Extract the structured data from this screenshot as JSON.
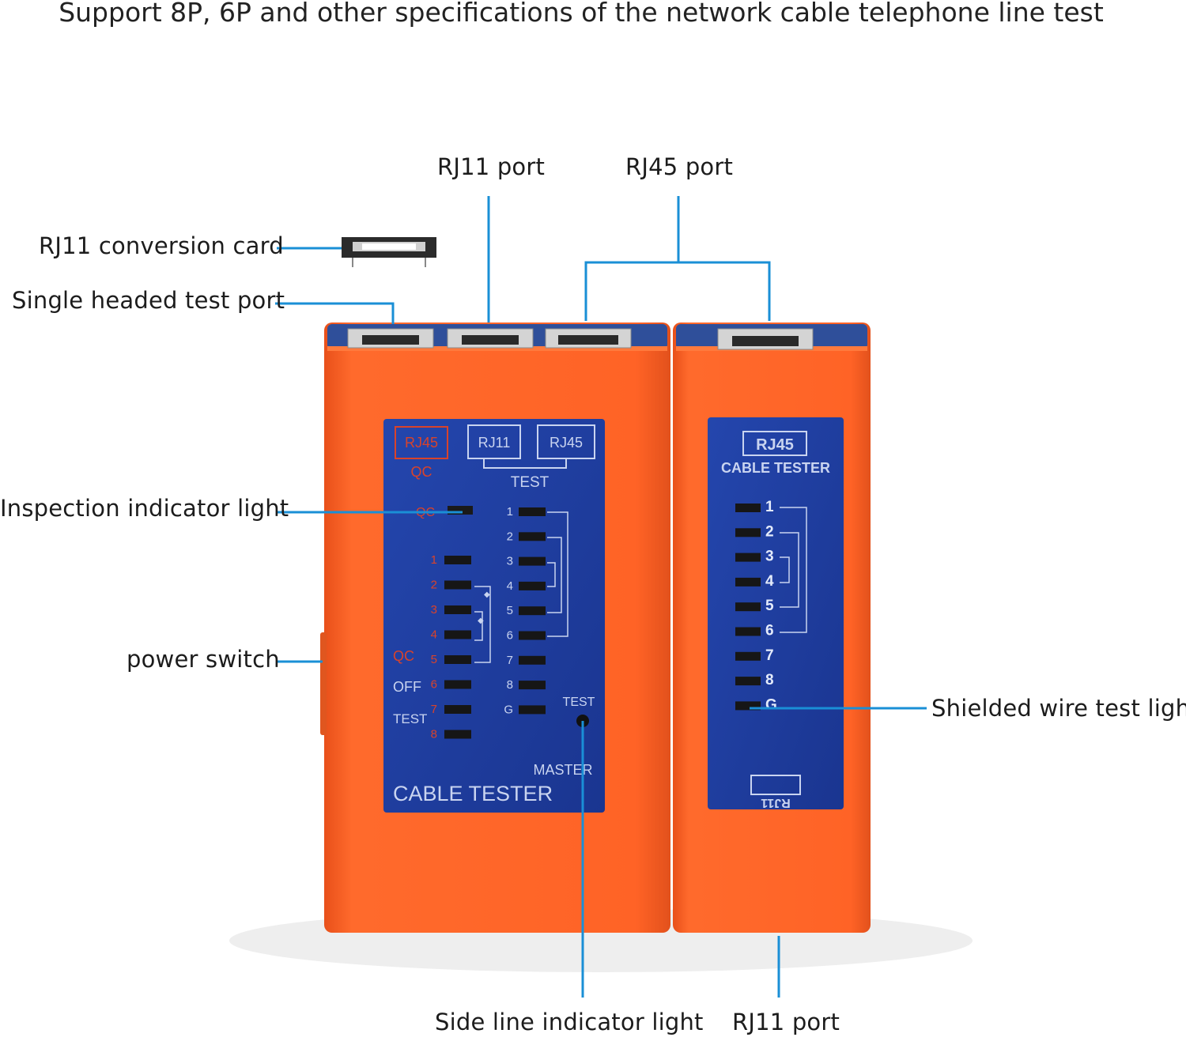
{
  "headline": "Support 8P, 6P and other specifications of the network cable telephone line test",
  "callouts": {
    "rj11_port_top": "RJ11 port",
    "rj45_port_top": "RJ45 port",
    "rj11_conversion_card": "RJ11 conversion card",
    "single_headed_test_port": "Single headed test port",
    "inspection_indicator_light": "Inspection indicator light",
    "power_switch": "power switch",
    "shielded_wire_test_light": "Shielded wire test light",
    "side_line_indicator_light": "Side line indicator light",
    "rj11_port_bottom": "RJ11 port"
  },
  "master_unit": {
    "badge_rj45": "RJ45",
    "badge_qc": "QC",
    "badge_rj11": "RJ11",
    "badge_rj45_test": "RJ45",
    "test_label": "TEST",
    "qc_led_label": "QC",
    "left_column_numbers": [
      "1",
      "2",
      "3",
      "4",
      "5",
      "6",
      "7",
      "8"
    ],
    "right_column_numbers": [
      "1",
      "2",
      "3",
      "4",
      "5",
      "6",
      "7",
      "8",
      "G"
    ],
    "switch_qc": "QC",
    "switch_off": "OFF",
    "switch_test": "TEST",
    "test_button_label": "TEST",
    "master_label": "MASTER",
    "panel_title": "CABLE TESTER"
  },
  "remote_unit": {
    "badge_rj45": "RJ45",
    "panel_subtitle": "CABLE TESTER",
    "led_numbers": [
      "1",
      "2",
      "3",
      "4",
      "5",
      "6",
      "7",
      "8",
      "G"
    ],
    "mirrored_badge": "RJ11"
  },
  "colors": {
    "body_orange": "#ff6326",
    "panel_blue": "#1f3d9e",
    "callout_line": "#1a8fd6",
    "panel_text": "#c9d4f0",
    "qc_red": "#d9432a"
  }
}
